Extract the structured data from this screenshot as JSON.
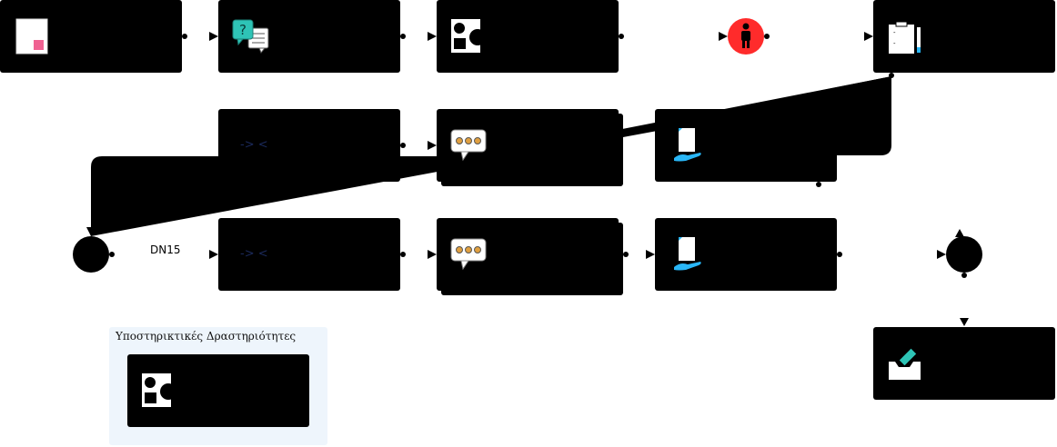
{
  "diagram": {
    "colors": {
      "node_fill": "#000000",
      "start_event": "#000000",
      "intermediate_event": "#ff2b2b",
      "support_area": "#eef5fc",
      "accent_teal": "#2ec4b6",
      "accent_pink": "#f06292",
      "accent_blue": "#29b6f6"
    },
    "nodes": [
      {
        "id": "task-1",
        "icon": "document-pink-icon"
      },
      {
        "id": "task-2",
        "icon": "question-chat-icon"
      },
      {
        "id": "task-3",
        "icon": "shapes-icon"
      },
      {
        "id": "event-person",
        "icon": "person-icon"
      },
      {
        "id": "task-4",
        "icon": "checklist-pen-icon"
      },
      {
        "id": "task-5",
        "icon": "code-brackets-icon",
        "glyph": "-> <"
      },
      {
        "id": "task-6",
        "icon": "speech-bubble-dots-icon"
      },
      {
        "id": "task-7",
        "icon": "hand-document-icon"
      },
      {
        "id": "task-8",
        "icon": "code-brackets-icon",
        "glyph": "-> <"
      },
      {
        "id": "task-9",
        "icon": "speech-bubble-dots-icon"
      },
      {
        "id": "task-10",
        "icon": "hand-document-icon"
      },
      {
        "id": "task-11",
        "icon": "inbox-tray-icon"
      },
      {
        "id": "support-task",
        "icon": "shapes-icon"
      }
    ],
    "start_label": "DN15",
    "support_title": "Υποστηρικτικές Δραστηριότητες"
  }
}
